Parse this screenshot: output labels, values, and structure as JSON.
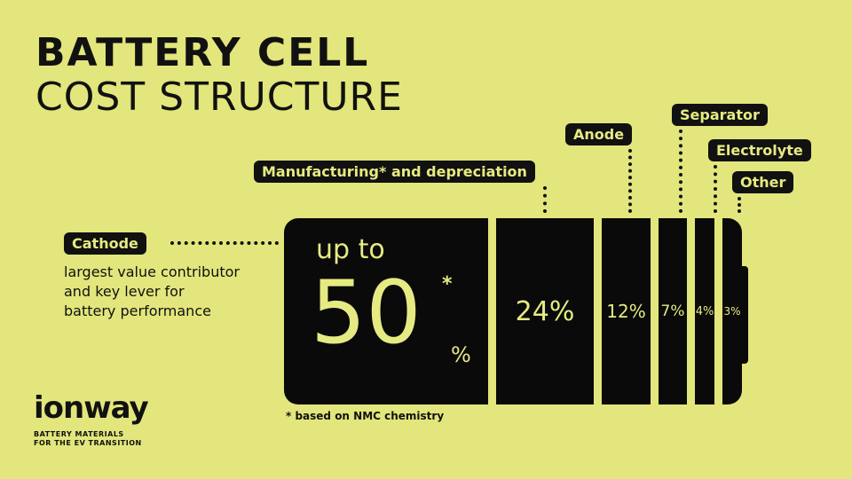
{
  "header": {
    "title_line1": "BATTERY CELL",
    "title_line2": "COST STRUCTURE"
  },
  "chart_data": {
    "type": "bar",
    "title": "BATTERY CELL COST STRUCTURE",
    "categories": [
      "Cathode",
      "Manufacturing* and depreciation",
      "Anode",
      "Separator",
      "Electrolyte",
      "Other"
    ],
    "values": [
      50,
      24,
      12,
      7,
      4,
      3
    ],
    "value_labels": [
      "50",
      "24%",
      "12%",
      "7%",
      "4%",
      "3%"
    ],
    "unit": "%",
    "cathode_prefix": "up to",
    "cathode_asterisk": "*",
    "cathode_description": [
      "largest value contributor",
      "and key lever for",
      "battery performance"
    ],
    "footnote": "* based on NMC chemistry"
  },
  "colors": {
    "background": "#e2e67c",
    "bar": "#0a0a0a",
    "accent_text": "#e6ea82"
  },
  "brand": {
    "logo": "ionway",
    "tagline_line1": "BATTERY MATERIALS",
    "tagline_line2": "FOR THE EV TRANSITION"
  }
}
